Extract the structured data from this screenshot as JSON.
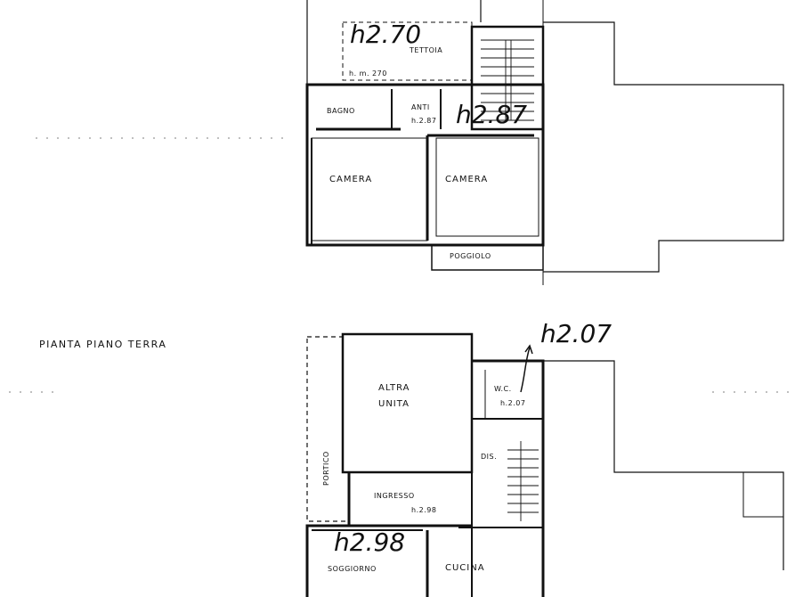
{
  "plan": {
    "floor_title": "PIANTA PIANO TERRA",
    "upper": {
      "tettoia": "TETTOIA",
      "tettoia_height": "h. m. 270",
      "hand_h1": "h2.70",
      "bagno": "BAGNO",
      "anti": "ANTI",
      "anti_height": "h.2.87",
      "hand_h2": "h2.87",
      "camera_left": "CAMERA",
      "camera_right": "CAMERA",
      "poggiolo": "POGGIOLO"
    },
    "ground": {
      "altra_unita_line1": "ALTRA",
      "altra_unita_line2": "UNITA",
      "wc": "W.C.",
      "wc_height": "h.2.07",
      "hand_h3": "h2.07",
      "dis": "DIS.",
      "portico": "PORTICO",
      "ingresso": "INGRESSO",
      "ingresso_height": "h.2.98",
      "hand_h4": "h2.98",
      "soggiorno": "SOGGIORNO",
      "cucina": "CUCINA"
    }
  }
}
